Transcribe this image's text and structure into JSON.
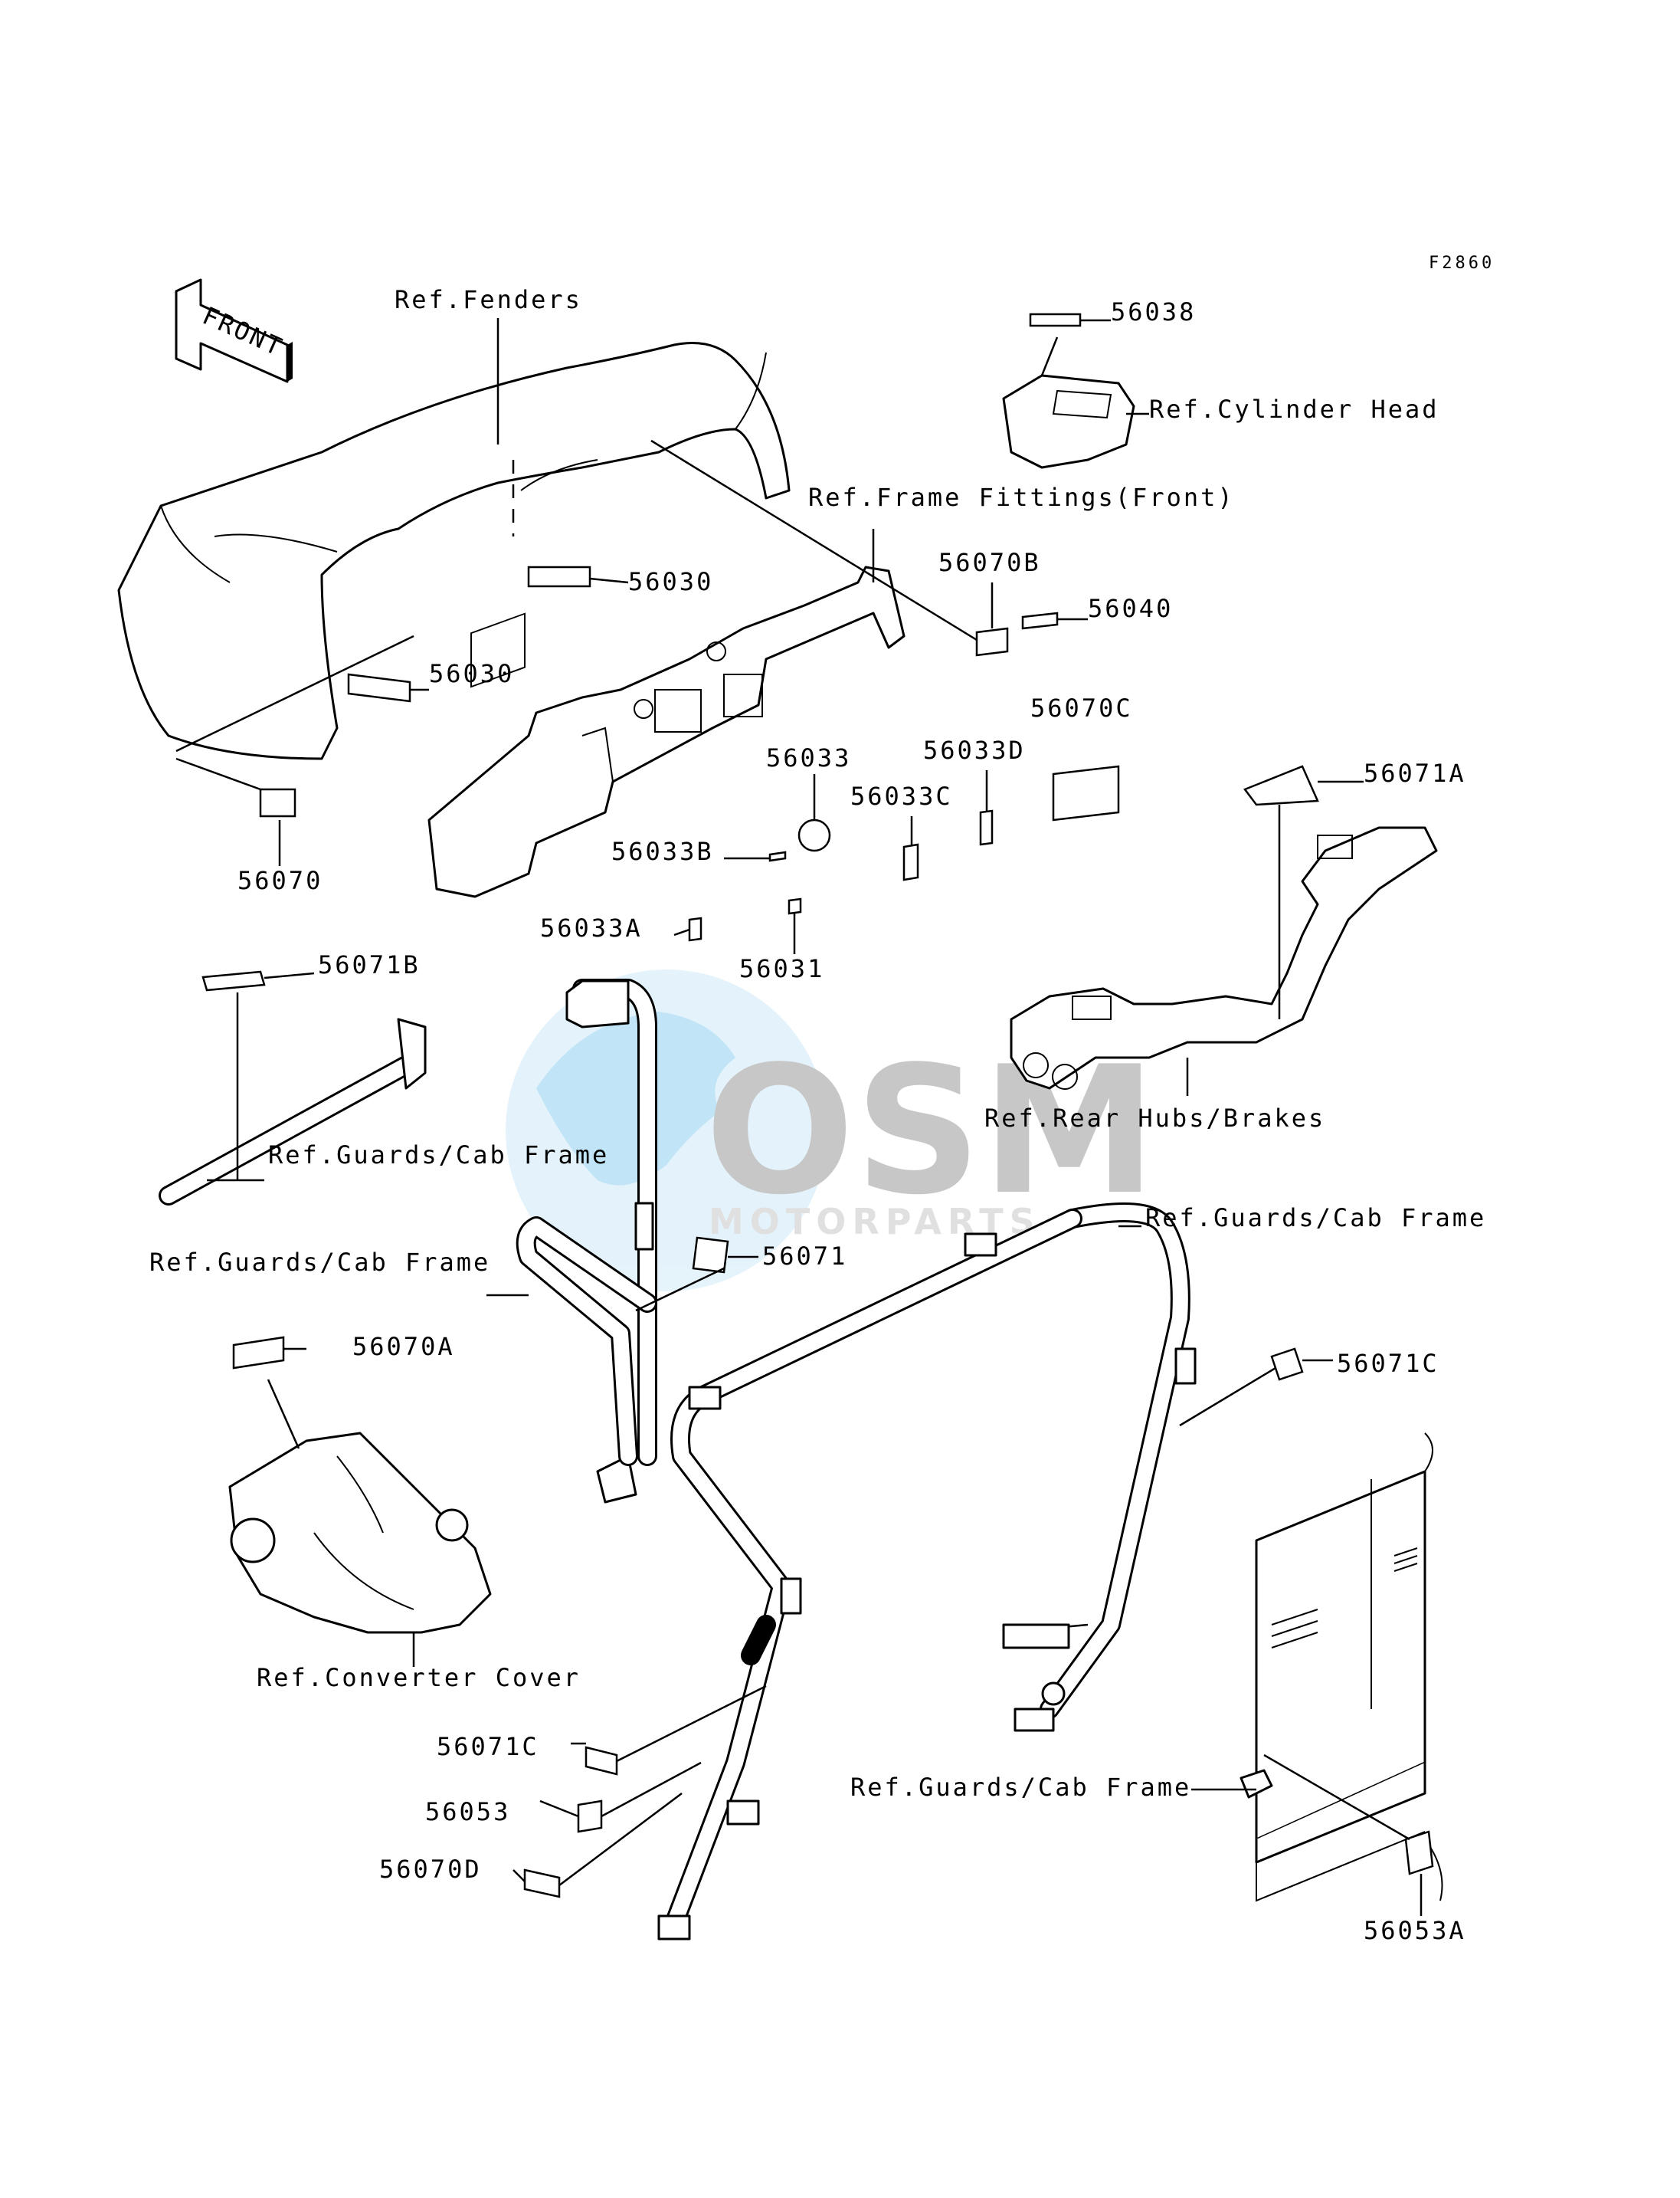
{
  "diagram_code": "F2860",
  "front_arrow_text": "FRONT",
  "watermark": {
    "brand": "OSM",
    "tagline": "MOTORPARTS"
  },
  "colors": {
    "line": "#000000",
    "watermark_blue": "#8fd0f0",
    "watermark_gray": "#9a9a9a"
  },
  "references": {
    "fenders": "Ref.Fenders",
    "cylinder_head": "Ref.Cylinder Head",
    "frame_fittings_front": "Ref.Frame Fittings(Front)",
    "rear_hubs_brakes": "Ref.Rear Hubs/Brakes",
    "guards_cab_frame_1": "Ref.Guards/Cab Frame",
    "guards_cab_frame_2": "Ref.Guards/Cab Frame",
    "guards_cab_frame_3": "Ref.Guards/Cab Frame",
    "guards_cab_frame_4": "Ref.Guards/Cab Frame",
    "converter_cover": "Ref.Converter Cover"
  },
  "parts": {
    "p56038": "56038",
    "p56030_a": "56030",
    "p56030_b": "56030",
    "p56070": "56070",
    "p56070B": "56070B",
    "p56040": "56040",
    "p56070C": "56070C",
    "p56033": "56033",
    "p56033D": "56033D",
    "p56033C": "56033C",
    "p56033B": "56033B",
    "p56033A": "56033A",
    "p56031": "56031",
    "p56071A": "56071A",
    "p56071B": "56071B",
    "p56071": "56071",
    "p56070A": "56070A",
    "p56071C_a": "56071C",
    "p56071C_b": "56071C",
    "p56053": "56053",
    "p56070D": "56070D",
    "p56053A": "56053A"
  }
}
